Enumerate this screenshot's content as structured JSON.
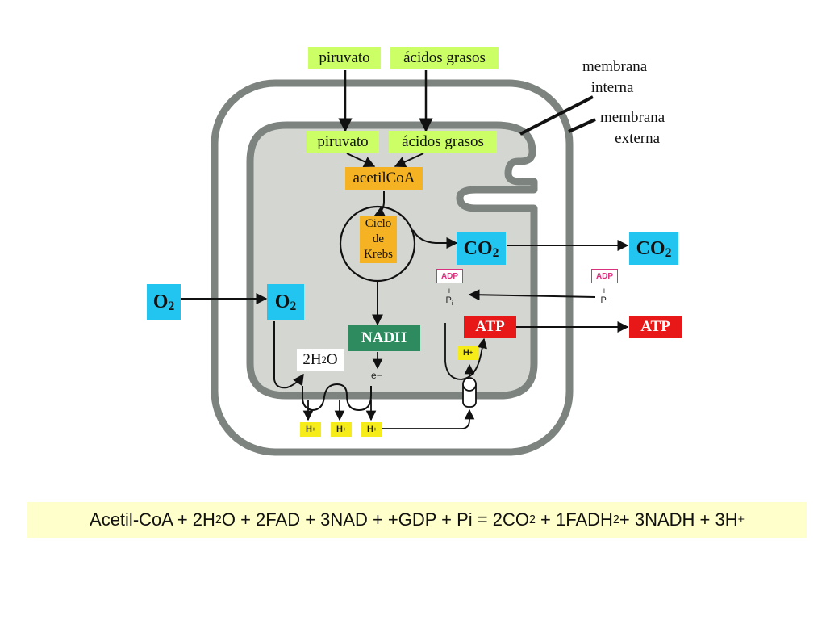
{
  "labels": {
    "membrana_interna": [
      "membrana",
      "interna"
    ],
    "membrana_externa": [
      "membrana",
      "externa"
    ],
    "piruvato_outer": "piruvato",
    "acidos_outer": "ácidos grasos",
    "piruvato_inner": "piruvato",
    "acidos_inner": "ácidos grasos",
    "acetilcoa": "acetilCoA",
    "krebs": [
      "Ciclo",
      "de",
      "Krebs"
    ],
    "co2_inner": {
      "base": "CO",
      "sub": "2"
    },
    "co2_outer": {
      "base": "CO",
      "sub": "2"
    },
    "o2_outer": {
      "base": "O",
      "sub": "2"
    },
    "o2_inner": {
      "base": "O",
      "sub": "2"
    },
    "adp_inner": "ADP",
    "adp_outer": "ADP",
    "plus": "+",
    "pi_base": "P",
    "pi_sub": "i",
    "atp_inner": "ATP",
    "atp_outer": "ATP",
    "nadh": "NADH",
    "water": {
      "pre": "2H",
      "sub": "2",
      "post": "O"
    },
    "electron": "e−",
    "hplus_inner": {
      "base": "H",
      "sup": "+"
    },
    "hplus_space": [
      {
        "base": "H",
        "sup": "+"
      },
      {
        "base": "H",
        "sup": "+"
      },
      {
        "base": "H",
        "sup": "+"
      }
    ]
  },
  "equation": {
    "p1": "Acetil-CoA + 2H",
    "s1": "2",
    "p2": "O + 2FAD + 3NAD + +GDP + Pi = 2CO",
    "s2": "2",
    "p3": " + 1FADH",
    "s3": "2",
    "p4": "+ 3NADH + 3H",
    "sup": "+"
  },
  "colors": {
    "membrane": "#7d837f",
    "matrix": "#d4d6d2",
    "green": "#ccff66",
    "orange": "#f5b323",
    "cyan": "#22c4f0",
    "red": "#e81818",
    "nadh": "#2d8b5f",
    "hplus": "#f5ec1a",
    "adp": "#d9317f",
    "equation_bg": "#ffffcc"
  }
}
